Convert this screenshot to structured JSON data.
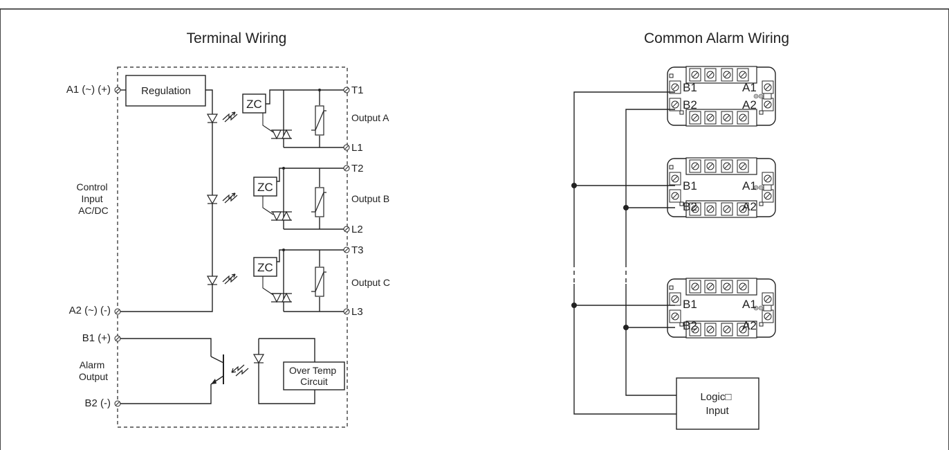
{
  "left_title": "Terminal Wiring",
  "right_title": "Common Alarm Wiring",
  "terminals": {
    "a1": "A1 (~) (+)",
    "a2": "A2 (~) (-)",
    "b1": "B1 (+)",
    "b2": "B2 (-)",
    "t1": "T1",
    "l1": "L1",
    "t2": "T2",
    "l2": "L2",
    "t3": "T3",
    "l3": "L3"
  },
  "blocks": {
    "regulation": "Regulation",
    "zc": "ZC",
    "over_temp": [
      "Over Temp",
      "Circuit"
    ],
    "logic_input": [
      "Logic□",
      "Input"
    ]
  },
  "labels": {
    "control_input": [
      "Control",
      "Input",
      "AC/DC"
    ],
    "alarm_output": [
      "Alarm",
      "Output"
    ],
    "output_a": "Output A",
    "output_b": "Output B",
    "output_c": "Output C"
  },
  "module_labels": {
    "b1": "B1",
    "b2": "B2",
    "a1": "A1",
    "a2": "A2"
  },
  "icons": [
    "screw-terminal-icon",
    "led-indicator-icon",
    "triac-icon",
    "varistor-icon",
    "led-icon",
    "phototransistor-icon"
  ]
}
